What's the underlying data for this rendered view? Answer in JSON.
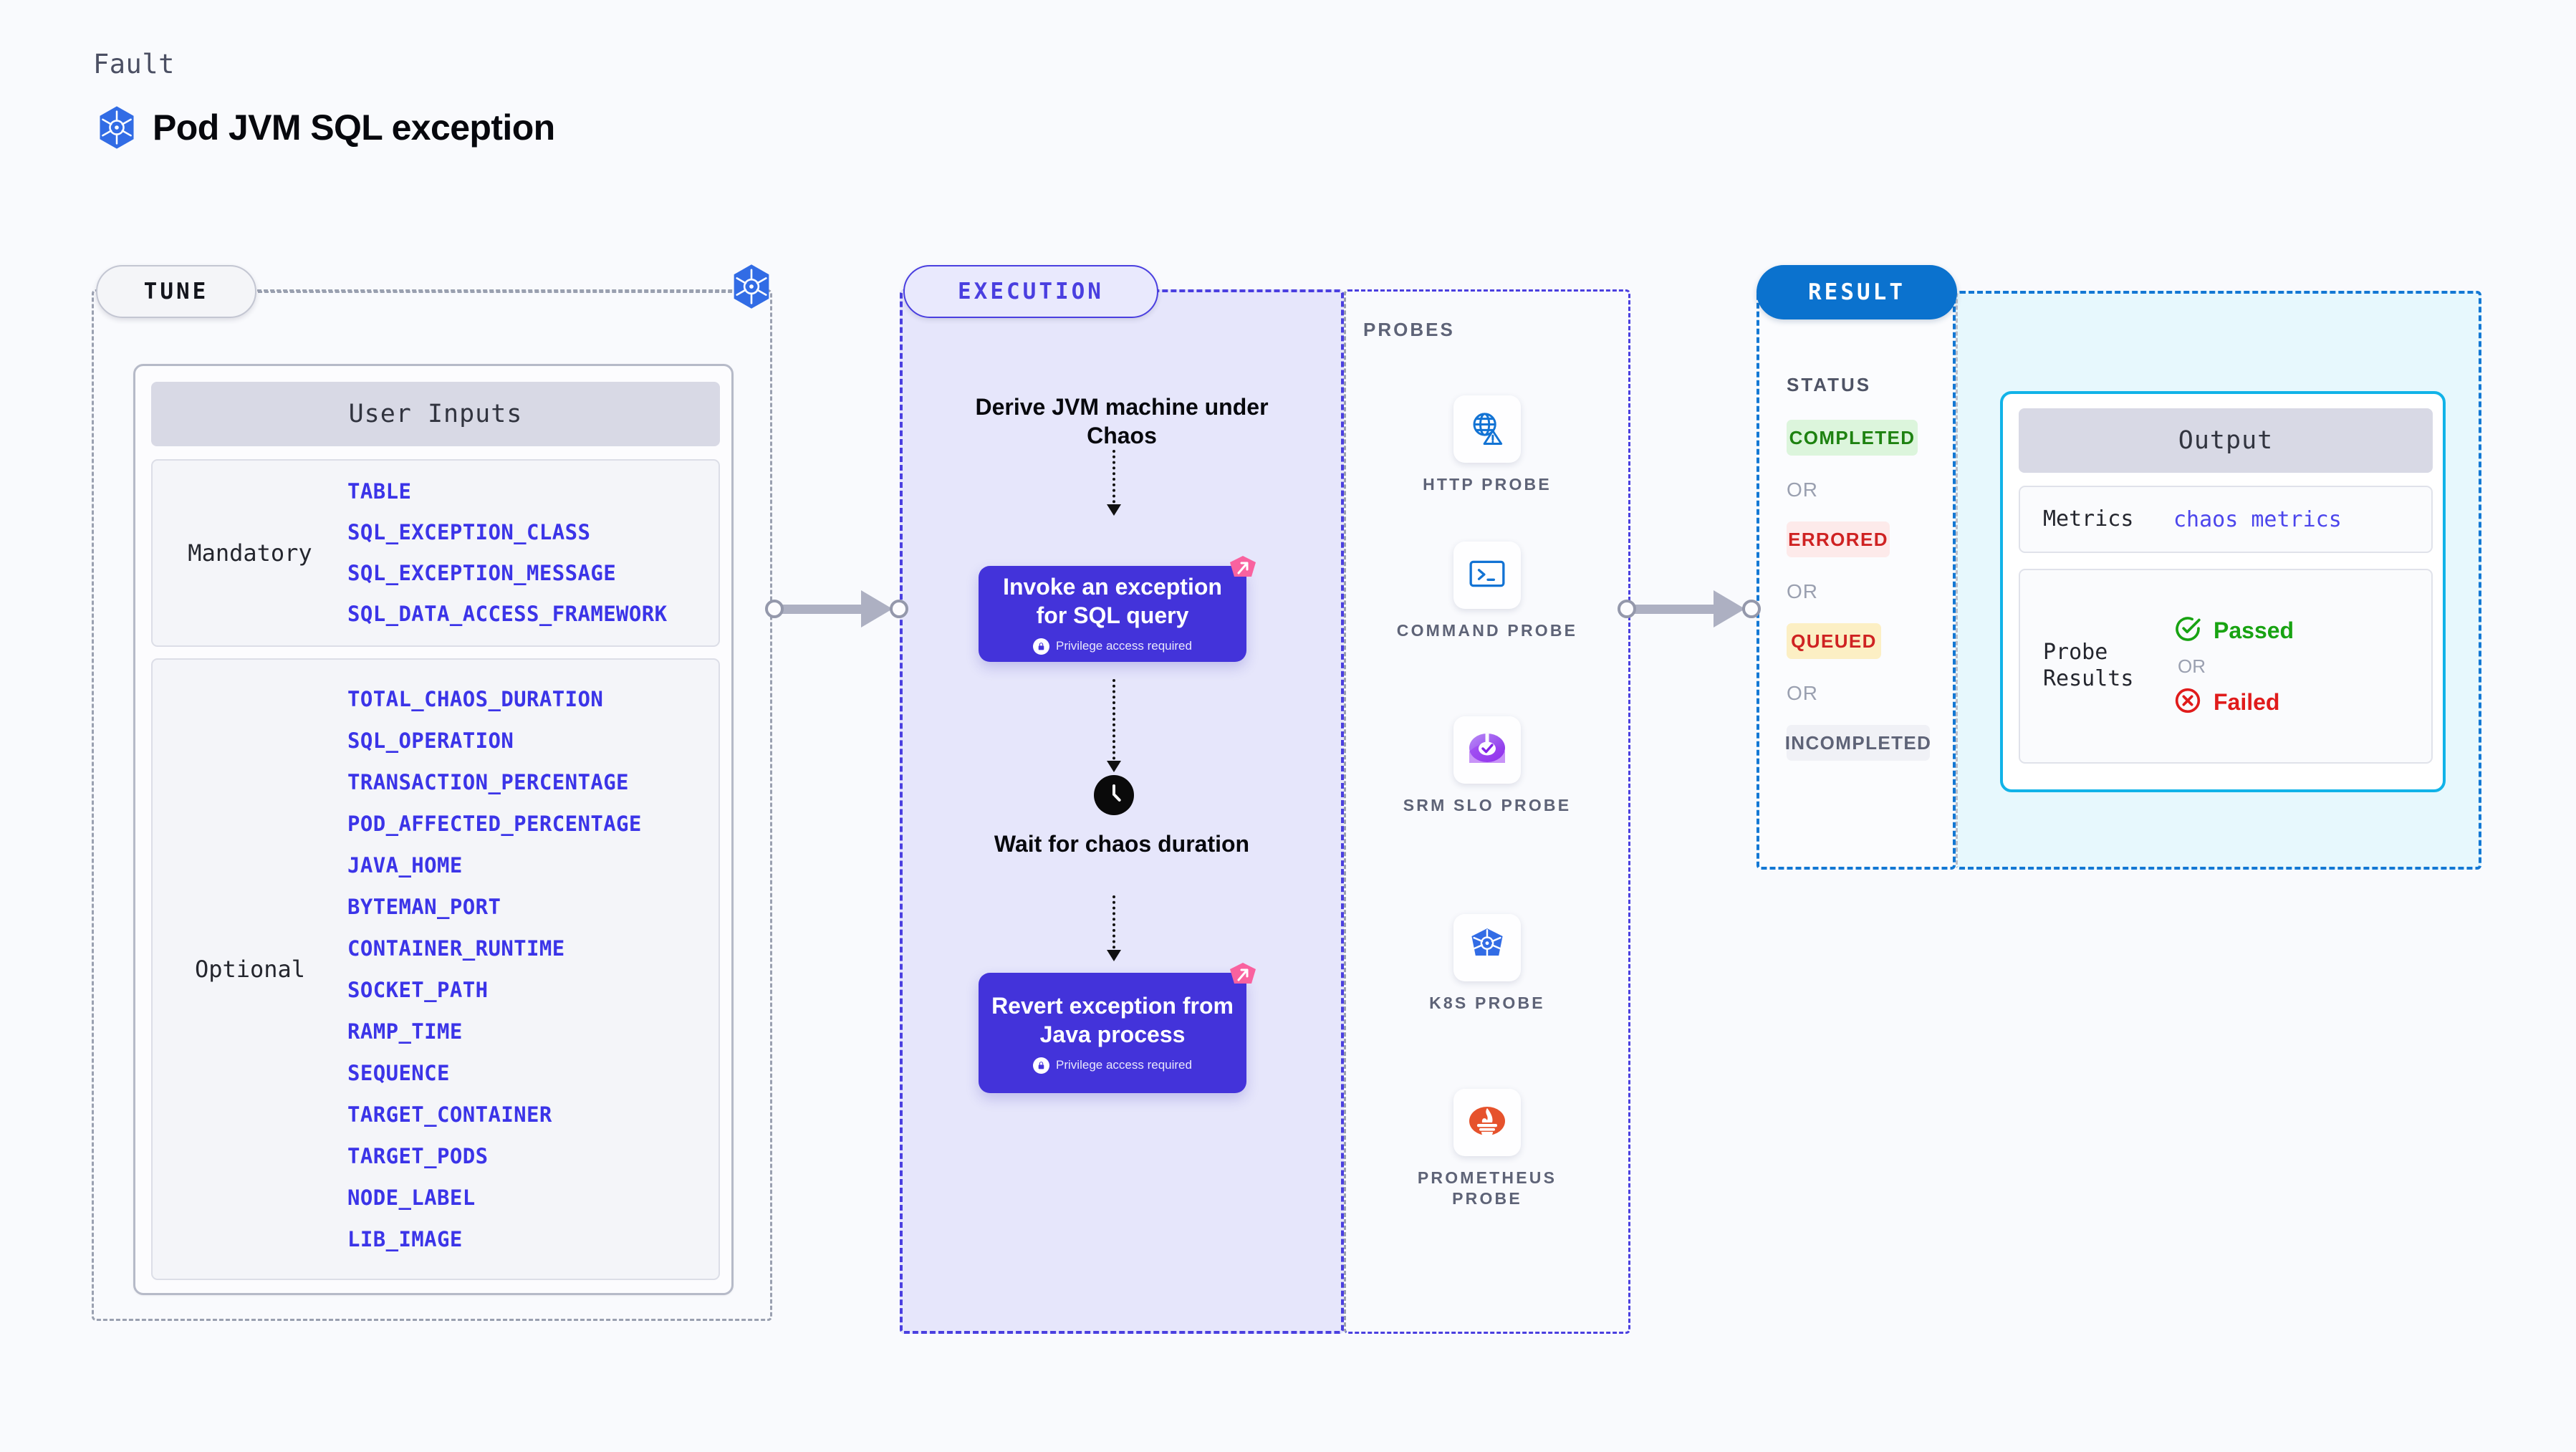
{
  "header": {
    "eyebrow": "Fault",
    "title": "Pod JVM SQL exception",
    "icon": "kubernetes-icon"
  },
  "stages": {
    "tune": {
      "badge": "TUNE",
      "icon": "kubernetes-icon"
    },
    "execution": {
      "badge": "EXECUTION"
    },
    "result": {
      "badge": "RESULT"
    }
  },
  "tune": {
    "card_title": "User Inputs",
    "groups": [
      {
        "label": "Mandatory",
        "params": [
          "TABLE",
          "SQL_EXCEPTION_CLASS",
          "SQL_EXCEPTION_MESSAGE",
          "SQL_DATA_ACCESS_FRAMEWORK"
        ]
      },
      {
        "label": "Optional",
        "params": [
          "TOTAL_CHAOS_DURATION",
          "SQL_OPERATION",
          "TRANSACTION_PERCENTAGE",
          "POD_AFFECTED_PERCENTAGE",
          "JAVA_HOME",
          "BYTEMAN_PORT",
          "CONTAINER_RUNTIME",
          "SOCKET_PATH",
          "RAMP_TIME",
          "SEQUENCE",
          "TARGET_CONTAINER",
          "TARGET_PODS",
          "NODE_LABEL",
          "LIB_IMAGE"
        ]
      }
    ]
  },
  "execution": {
    "step_derive": "Derive JVM machine under Chaos",
    "card_invoke": {
      "title": "Invoke an exception for SQL query",
      "privilege_note": "Privilege access required",
      "icon": "lock-icon",
      "corner_icon": "chaos-corner-icon"
    },
    "step_wait": "Wait for chaos duration",
    "wait_icon": "clock-icon",
    "card_revert": {
      "title": "Revert exception from Java process",
      "privilege_note": "Privilege access required",
      "icon": "lock-icon",
      "corner_icon": "chaos-corner-icon"
    }
  },
  "probes": {
    "label": "PROBES",
    "items": [
      {
        "label": "HTTP  PROBE",
        "icon": "globe-warning-icon"
      },
      {
        "label": "COMMAND PROBE",
        "icon": "terminal-icon"
      },
      {
        "label": "SRM SLO PROBE",
        "icon": "slo-gauge-icon"
      },
      {
        "label": "K8S  PROBE",
        "icon": "kubernetes-icon"
      },
      {
        "label": "PROMETHEUS PROBE",
        "icon": "prometheus-icon"
      }
    ]
  },
  "result": {
    "status_label": "STATUS",
    "or_label": "OR",
    "statuses": [
      {
        "text": "COMPLETED",
        "bg": "#dcf5dc",
        "fg": "#1e8211"
      },
      {
        "text": "ERRORED",
        "bg": "#fdeaea",
        "fg": "#cf2222"
      },
      {
        "text": "QUEUED",
        "bg": "#fcefc4",
        "fg": "#cf2222"
      },
      {
        "text": "INCOMPLETED",
        "bg": "#f0f1f6",
        "fg": "#5e6377"
      }
    ],
    "output": {
      "title": "Output",
      "metrics_label": "Metrics",
      "metrics_value": "chaos metrics",
      "probe_results_label": "Probe Results",
      "passed_text": "Passed",
      "failed_text": "Failed",
      "or_label": "OR",
      "passed_icon": "check-circle-icon",
      "failed_icon": "x-circle-icon"
    }
  },
  "colors": {
    "page_bg": "#f9fafd",
    "accent_purple": "#4333da",
    "accent_blue": "#1378d4",
    "param_blue": "#3b34e8",
    "output_border": "#11b3e8",
    "chaos_pink": "#f9629f"
  }
}
